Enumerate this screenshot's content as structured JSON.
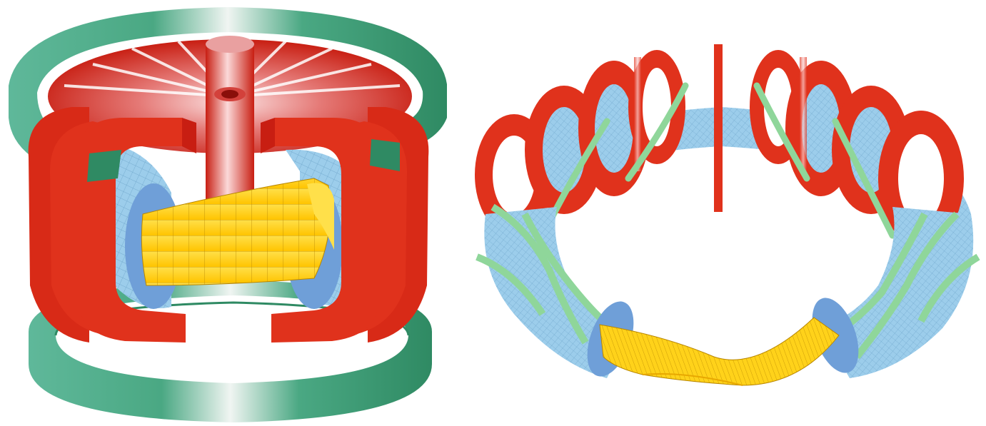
{
  "figure": {
    "panels": [
      {
        "id": "tokamak",
        "components": [
          "poloidal-field-coil-top",
          "poloidal-field-coil-bottom",
          "toroidal-field-coils",
          "central-solenoid",
          "vacuum-vessel",
          "plasma"
        ]
      },
      {
        "id": "stellarator",
        "components": [
          "planar-coils",
          "helical-coils",
          "vacuum-vessel",
          "plasma"
        ]
      }
    ],
    "colors": {
      "coil_red": "#e0321c",
      "coil_red_dark": "#c81e12",
      "coil_highlight": "#fbd9d9",
      "ring_green": "#5fb89a",
      "ring_green_dark": "#2f8a63",
      "vessel_blue": "#9ccdeb",
      "vessel_blue_dark": "#6f9fd8",
      "helix_green": "#8fd69a",
      "plasma_yellow": "#ffd21a",
      "plasma_grid": "#b07b00",
      "background": "#ffffff"
    }
  }
}
